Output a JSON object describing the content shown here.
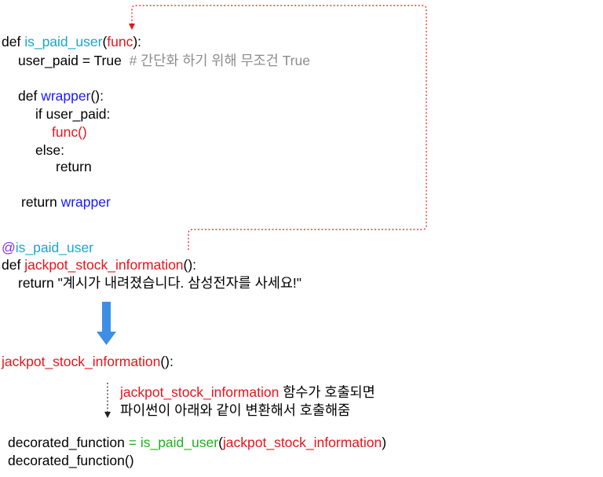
{
  "code": {
    "kw_def": "def",
    "decorator_name": "is_paid_user",
    "open_paren": "(",
    "param": "func",
    "close_colon": "):",
    "user_paid_stmt": "user_paid = True",
    "comment": "# 간단화 하기 위해 무조건 True",
    "wrapper_name": "wrapper",
    "wrapper_parens": "():",
    "if_stmt": "if user_paid:",
    "func_call": "func()",
    "else_stmt": "else:",
    "return_kw": "return",
    "return_wrapper_kw": "return",
    "return_wrapper_name": "wrapper",
    "at_sign": "@",
    "decorator_usage": "is_paid_user",
    "target_function": "jackpot_stock_information",
    "target_parens": "():",
    "return_string_stmt": "return \"계시가 내려졌습니다. 삼성전자를 사세요!\""
  },
  "result": {
    "call_name": "jackpot_stock_information",
    "call_parens": "():",
    "note_function": "jackpot_stock_information",
    "note_line1_suffix": " 함수가 호출되면",
    "note_line2": "파이썬이 아래와 같이 변환해서 호출해줌",
    "assign_var": "decorated_function",
    "assign_eq": " = ",
    "assign_decorator": "is_paid_user",
    "assign_open": "(",
    "assign_arg": "jackpot_stock_information",
    "assign_close": ")",
    "final_call": "decorated_function()"
  },
  "colors": {
    "cyan": "#1aa6c8",
    "red": "#e8141c",
    "blue": "#1a1aff",
    "purple": "#8a2be2",
    "gray": "#8c8c8c",
    "green": "#22b022",
    "arrow_blue": "#3d8fe6"
  }
}
